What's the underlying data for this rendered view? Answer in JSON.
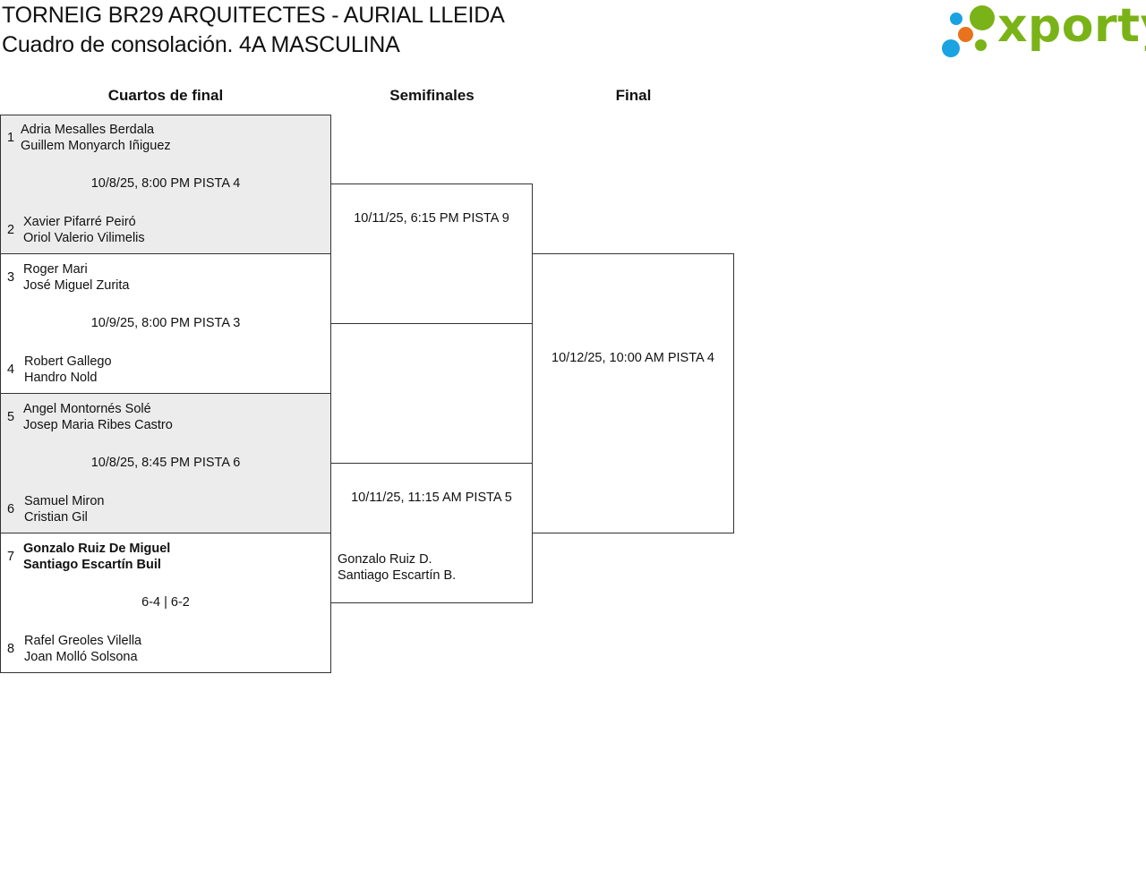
{
  "header": {
    "title_line1": "TORNEIG BR29 ARQUITECTES - AURIAL LLEIDA",
    "title_line2": "Cuadro de consolación. 4A MASCULINA"
  },
  "logo": {
    "text": "xporty",
    "colors": {
      "green": "#7ab317",
      "orange": "#e8731a",
      "blue": "#1aa3e0"
    }
  },
  "rounds": {
    "quarterfinals": "Cuartos de final",
    "semifinals": "Semifinales",
    "final": "Final"
  },
  "quarterfinals": [
    {
      "info": "10/8/25, 8:00 PM PISTA 4",
      "top": {
        "seed": "1",
        "player1": "Adria Mesalles Berdala",
        "player2": "Guillem Monyarch Iñiguez"
      },
      "bottom": {
        "seed": "2",
        "player1": "Xavier Pifarré Peiró",
        "player2": "Oriol Valerio Vilimelis"
      }
    },
    {
      "info": "10/9/25, 8:00 PM PISTA 3",
      "top": {
        "seed": "3",
        "player1": "Roger Mari",
        "player2": "José Miguel Zurita"
      },
      "bottom": {
        "seed": "4",
        "player1": "Robert Gallego",
        "player2": "Handro Nold"
      }
    },
    {
      "info": "10/8/25, 8:45 PM PISTA 6",
      "top": {
        "seed": "5",
        "player1": "Angel Montornés Solé",
        "player2": "Josep Maria Ribes Castro"
      },
      "bottom": {
        "seed": "6",
        "player1": "Samuel Miron",
        "player2": "Cristian Gil"
      }
    },
    {
      "info": "6-4 | 6-2",
      "top": {
        "seed": "7",
        "player1": "Gonzalo Ruiz De Miguel",
        "player2": "Santiago Escartín Buil"
      },
      "bottom": {
        "seed": "8",
        "player1": "Rafel Greoles Vilella",
        "player2": "Joan Molló Solsona"
      }
    }
  ],
  "semifinals": [
    {
      "info": "10/11/25, 6:15 PM PISTA 9"
    },
    {
      "info": "10/11/25, 11:15 AM PISTA 5",
      "bottom_player1": "Gonzalo Ruiz D.",
      "bottom_player2": "Santiago Escartín B."
    }
  ],
  "final": {
    "info": "10/12/25, 10:00 AM PISTA 4"
  }
}
